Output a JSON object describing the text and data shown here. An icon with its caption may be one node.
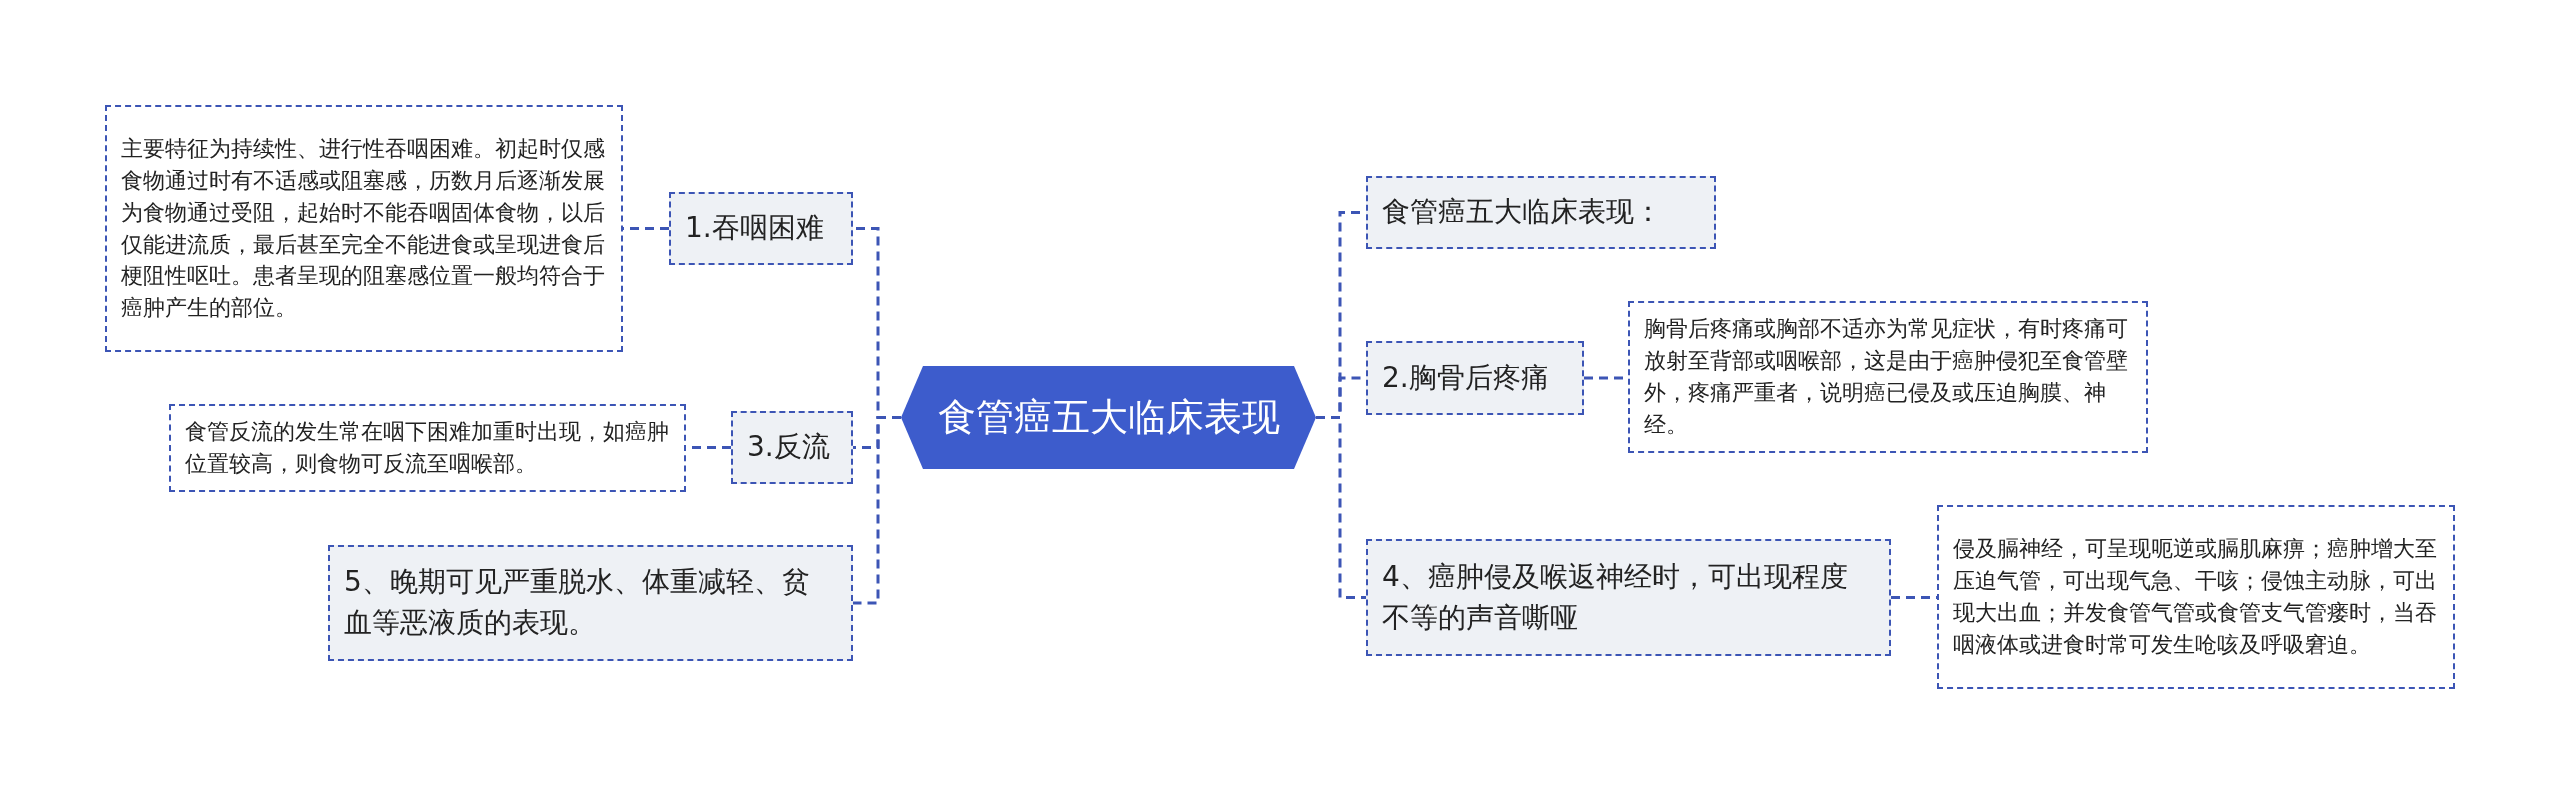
{
  "diagram": {
    "nodes": [
      {
        "text": [
          "食管癌五大临床表现"
        ]
      },
      {
        "text": [
          "1.吞咽困难"
        ]
      },
      {
        "text": [
          "主要特征为持续性、进行性吞咽困难。初起时仅感食物通过时有不适感或阻塞感，历数月后逐渐发展为食物通过受阻，起始时不能吞咽固体食物，以后仅能进流质，最后甚至完全不能进食或呈现进食后梗阻性呕吐。患者呈现的阻塞感位置一般均符合于癌肿产生的部位。"
        ]
      },
      {
        "text": [
          "3.反流"
        ]
      },
      {
        "text": [
          "食管反流的发生常在咽下困难加重时出现，如癌肿位置较高，则食物可反流至咽喉部。"
        ]
      },
      {
        "text": [
          "5、晚期可见严重脱水、体重减轻、贫血等恶液质的表现。"
        ]
      },
      {
        "text": [
          "食管癌五大临床表现："
        ]
      },
      {
        "text": [
          "2.胸骨后疼痛"
        ]
      },
      {
        "text": [
          "胸骨后疼痛或胸部不适亦为常见症状，有时疼痛可放射至背部或咽喉部，这是由于癌肿侵犯至食管壁外，疼痛严重者，说明癌已侵及或压迫胸膜、神经。"
        ]
      },
      {
        "text": [
          "4、癌肿侵及喉返神经时，可出现程度不等的声音嘶哑"
        ]
      },
      {
        "text": [
          "侵及膈神经，可呈现呃逆或膈肌麻痹；癌肿增大至压迫气管，可出现气急、干咳；侵蚀主动脉，可出现大出血；并发食管气管或食管支气管瘘时，当吞咽液体或进食时常可发生呛咳及呼吸窘迫。"
        ]
      }
    ],
    "edges": [
      {
        "from": 0,
        "to": 1,
        "arrow": "none"
      },
      {
        "from": 0,
        "to": 3,
        "arrow": "none"
      },
      {
        "from": 0,
        "to": 5,
        "arrow": "none"
      },
      {
        "from": 0,
        "to": 6,
        "arrow": "none"
      },
      {
        "from": 0,
        "to": 7,
        "arrow": "none"
      },
      {
        "from": 0,
        "to": 9,
        "arrow": "none"
      },
      {
        "from": 1,
        "to": 2,
        "arrow": "none"
      },
      {
        "from": 3,
        "to": 4,
        "arrow": "none"
      },
      {
        "from": 7,
        "to": 8,
        "arrow": "none"
      },
      {
        "from": 9,
        "to": 10,
        "arrow": "none"
      }
    ]
  }
}
